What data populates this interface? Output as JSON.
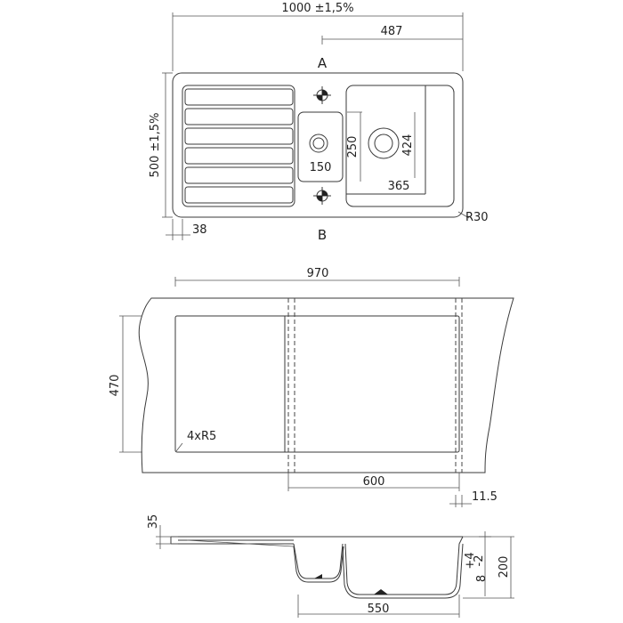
{
  "top_view": {
    "overall_width": "1000 ±1,5%",
    "bowl_offset": "487",
    "section_a": "A",
    "section_b": "B",
    "overall_depth": "500 ±1,5%",
    "small_bowl_width": "150",
    "small_bowl_depth": "250",
    "main_bowl_depth": "424",
    "main_bowl_width": "365",
    "corner_radius": "R30",
    "edge_offset": "38"
  },
  "cutout_view": {
    "cutout_width": "970",
    "cutout_depth": "470",
    "corner_radii": "4xR5",
    "bowl_opening": "600",
    "edge_margin": "11.5"
  },
  "section_view": {
    "rim_height": "35",
    "bowl_depth": "200",
    "tolerance": "8",
    "tol_plus": "+4",
    "tol_minus": "-2",
    "bowl_width": "550"
  }
}
